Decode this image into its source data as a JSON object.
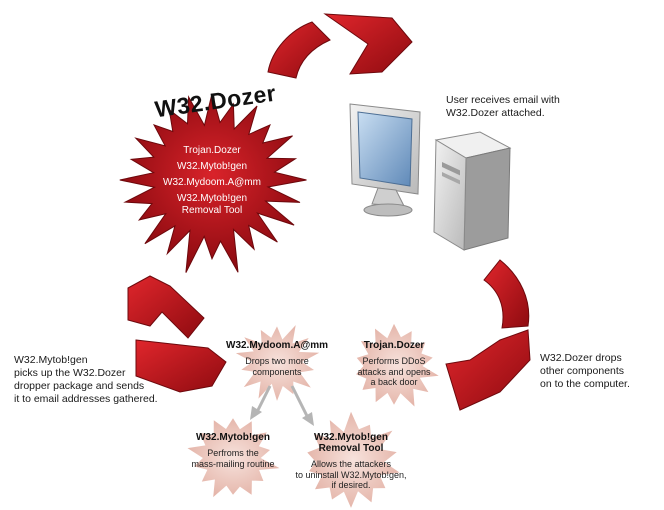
{
  "diagram": {
    "virus": {
      "title": "W32.Dozer",
      "components": [
        "Trojan.Dozer",
        "W32.Mytob!gen",
        "W32.Mydoom.A@mm",
        "W32.Mytob!gen",
        "Removal Tool"
      ]
    },
    "steps": {
      "receive_email": [
        "User receives email with",
        "W32.Dozer attached."
      ],
      "drop_components": [
        "W32.Dozer drops",
        "other components",
        "on to the computer."
      ],
      "pickup_dropper": [
        "W32.Mytob!gen",
        "picks up the W32.Dozer",
        "dropper package and sends",
        "it to email addresses gathered."
      ]
    },
    "subcomponents": {
      "mydoom": {
        "title": "W32.Mydoom.A@mm",
        "desc": [
          "Drops two more",
          "components"
        ]
      },
      "trojan": {
        "title": "Trojan.Dozer",
        "desc": [
          "Performs DDoS",
          "attacks and opens",
          "a back door"
        ]
      },
      "mytob": {
        "title": "W32.Mytob!gen",
        "desc": [
          "Perfroms the",
          "mass-mailing routine"
        ]
      },
      "removal": {
        "title": [
          "W32.Mytob!gen",
          "Removal Tool"
        ],
        "desc": [
          "Allows the attackers",
          "to uninstall W32.Mytob!gen,",
          "if desired."
        ]
      }
    },
    "colors": {
      "arrow_red": "#c4161c",
      "arrow_dark": "#7a0a0e",
      "star_red": "#b3121a",
      "star_pink": "#f0cfc6"
    }
  }
}
